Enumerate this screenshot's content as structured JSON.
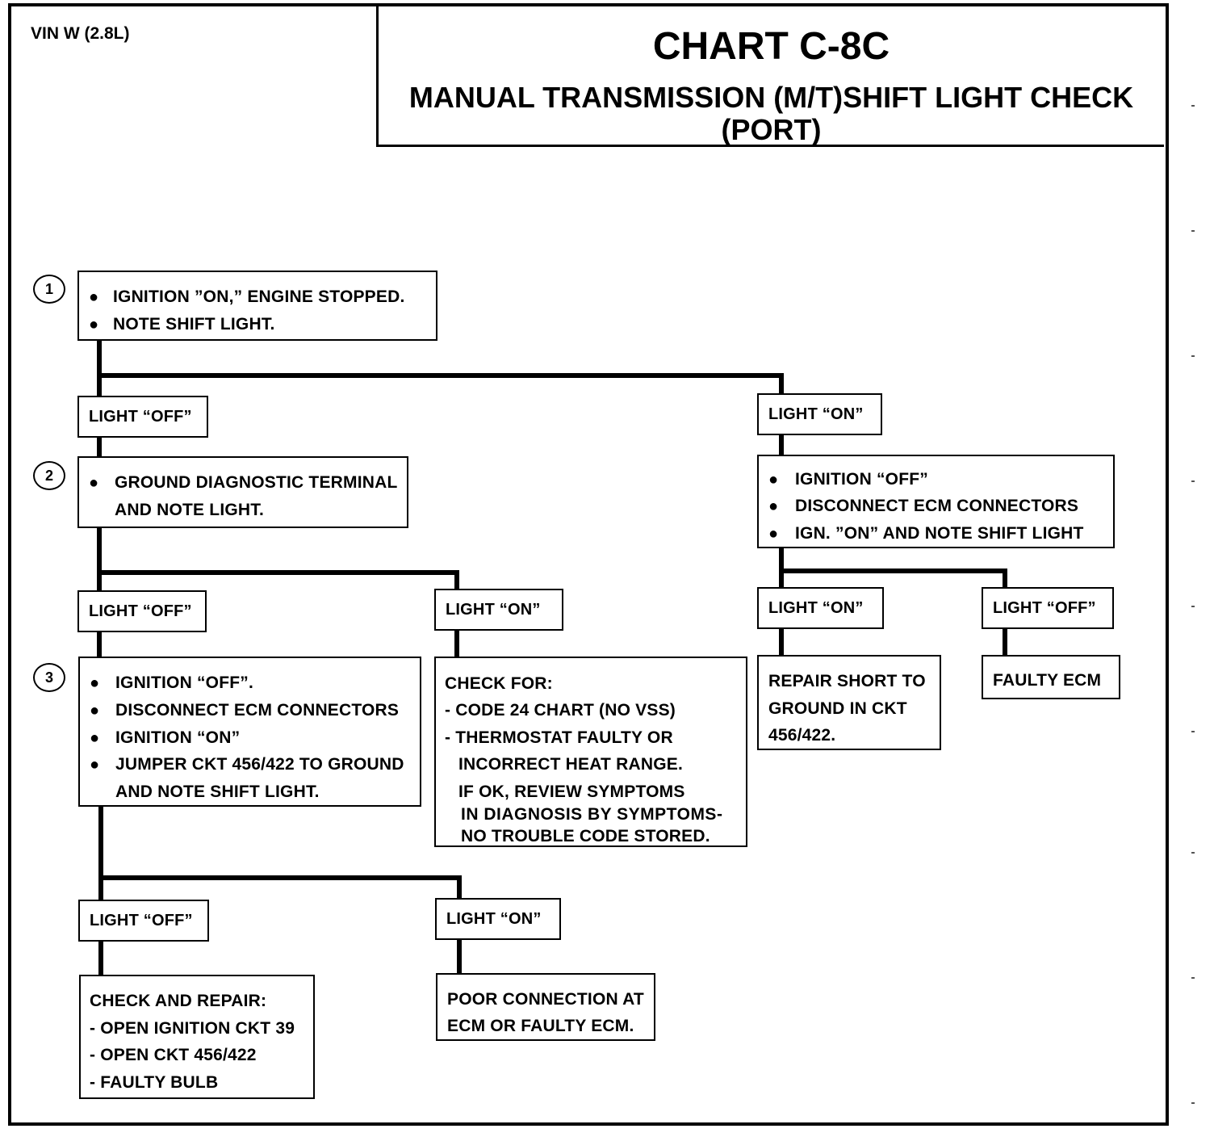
{
  "header": {
    "vin_label": "VIN W (2.8L)",
    "title": "CHART C-8C",
    "subtitle_line1": "MANUAL TRANSMISSION (M/T)SHIFT LIGHT CHECK",
    "subtitle_line2": "(PORT)"
  },
  "steps": {
    "step1": {
      "number": "1",
      "lines": [
        "IGNITION ”ON,” ENGINE STOPPED.",
        "NOTE SHIFT LIGHT."
      ]
    },
    "step2": {
      "number": "2",
      "lines": [
        "GROUND DIAGNOSTIC TERMINAL",
        "AND NOTE LIGHT."
      ]
    },
    "step3": {
      "number": "3",
      "lines": [
        "IGNITION “OFF”.",
        "DISCONNECT ECM CONNECTORS",
        "IGNITION “ON”",
        "JUMPER CKT 456/422 TO GROUND",
        "AND NOTE SHIFT LIGHT."
      ]
    },
    "right_check": {
      "lines": [
        "IGNITION “OFF”",
        "DISCONNECT ECM  CONNECTORS",
        "IGN. ”ON” AND NOTE SHIFT LIGHT"
      ]
    }
  },
  "labels": {
    "s1_off": "LIGHT “OFF”",
    "s1_on": "LIGHT “ON”",
    "s2_off": "LIGHT “OFF”",
    "s2_on": "LIGHT “ON”",
    "rc_on": "LIGHT “ON”",
    "rc_off": "LIGHT “OFF”",
    "s3_off": "LIGHT “OFF”",
    "s3_on": "LIGHT “ON”"
  },
  "results": {
    "check_for": {
      "lines": [
        "CHECK FOR:",
        "-  CODE 24 CHART  (NO VSS)",
        "-  THERMOSTAT FAULTY OR",
        "INCORRECT HEAT RANGE.",
        "IF OK, REVIEW SYMPTOMS",
        "IN DIAGNOSIS  BY  SYMPTOMS-",
        "NO TROUBLE CODE STORED."
      ]
    },
    "repair_short": {
      "lines": [
        "REPAIR SHORT TO",
        "GROUND IN CKT",
        "456/422."
      ]
    },
    "faulty_ecm": {
      "lines": [
        "FAULTY ECM"
      ]
    },
    "check_repair": {
      "lines": [
        "CHECK AND REPAIR:",
        "-  OPEN IGNITION CKT 39",
        "-  OPEN CKT 456/422",
        "-  FAULTY BULB"
      ]
    },
    "poor_connection": {
      "lines": [
        "POOR CONNECTION AT",
        "ECM OR FAULTY ECM."
      ]
    }
  }
}
